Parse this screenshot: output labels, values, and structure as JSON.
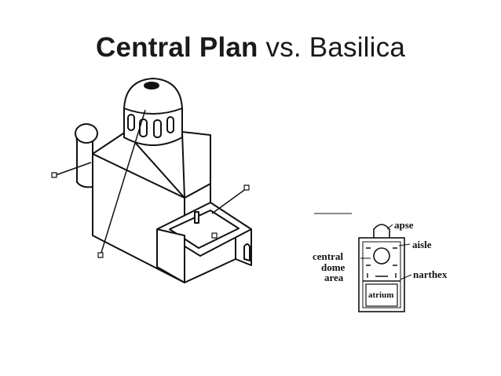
{
  "slide": {
    "title_bold": "Central Plan",
    "title_rest": " vs. Basilica"
  },
  "plan_labels": {
    "apse": "apse",
    "aisle": "aisle",
    "central_1": "central",
    "central_2": "dome",
    "central_3": "area",
    "narthex": "narthex",
    "atrium": "atrium"
  },
  "colors": {
    "ink": "#111111",
    "background": "#ffffff"
  }
}
